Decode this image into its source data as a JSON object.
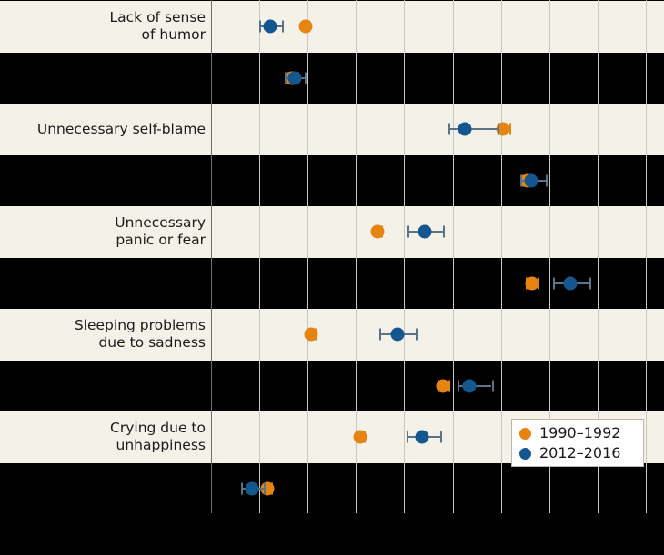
{
  "chart_data": {
    "type": "scatter",
    "title": "",
    "xlabel": "",
    "ylabel": "",
    "grid": true,
    "legend_position": "inside-right-lower",
    "xlim": [
      0,
      9
    ],
    "x_gridlines": [
      0,
      1,
      2,
      3,
      4,
      5,
      6,
      7,
      8,
      9
    ],
    "colors": {
      "series_1990": "#e58410",
      "series_2012": "#14578f"
    },
    "legend": [
      {
        "label": "1990–1992",
        "color": "#e58410"
      },
      {
        "label": "2012–2016",
        "color": "#14578f"
      }
    ],
    "categories": [
      "Lack of sense\nof humor",
      "",
      "Unnecessary self-blame",
      "",
      "Unnecessary\npanic or fear",
      "",
      "Sleeping problems\ndue to sadness",
      "",
      "Crying due to\nunhappiness",
      ""
    ],
    "series": [
      {
        "name": "1990–1992",
        "color": "#e58410",
        "values": [
          1.95,
          1.68,
          6.05,
          6.55,
          3.45,
          6.64,
          2.07,
          4.81,
          3.08,
          1.17
        ],
        "lo": [
          1.88,
          1.58,
          5.93,
          6.44,
          3.37,
          6.52,
          2.0,
          4.7,
          3.0,
          1.09
        ],
        "hi": [
          2.02,
          1.78,
          6.17,
          6.66,
          3.53,
          6.76,
          2.14,
          4.92,
          3.16,
          1.25
        ]
      },
      {
        "name": "2012–2016",
        "color": "#14578f",
        "values": [
          1.22,
          1.73,
          5.26,
          6.62,
          4.43,
          7.43,
          3.86,
          5.34,
          4.36,
          0.85
        ],
        "lo": [
          1.0,
          1.52,
          4.91,
          6.4,
          4.06,
          7.08,
          3.49,
          5.11,
          4.04,
          0.62
        ],
        "hi": [
          1.47,
          1.94,
          5.93,
          6.93,
          4.81,
          7.83,
          4.23,
          5.81,
          4.74,
          1.1
        ]
      }
    ]
  },
  "rows": [
    {
      "label": "Lack of sense\nof humor",
      "shade": "light"
    },
    {
      "label": "",
      "shade": "dark"
    },
    {
      "label": "Unnecessary self-blame",
      "shade": "light"
    },
    {
      "label": "",
      "shade": "dark"
    },
    {
      "label": "Unnecessary\npanic or fear",
      "shade": "light"
    },
    {
      "label": "",
      "shade": "dark"
    },
    {
      "label": "Sleeping problems\ndue to sadness",
      "shade": "light"
    },
    {
      "label": "",
      "shade": "dark"
    },
    {
      "label": "Crying due to\nunhappiness",
      "shade": "light"
    },
    {
      "label": "",
      "shade": "dark"
    }
  ],
  "legend": {
    "entries": [
      {
        "label": "1990–1992",
        "color": "#e58410"
      },
      {
        "label": "2012–2016",
        "color": "#14578f"
      }
    ]
  }
}
